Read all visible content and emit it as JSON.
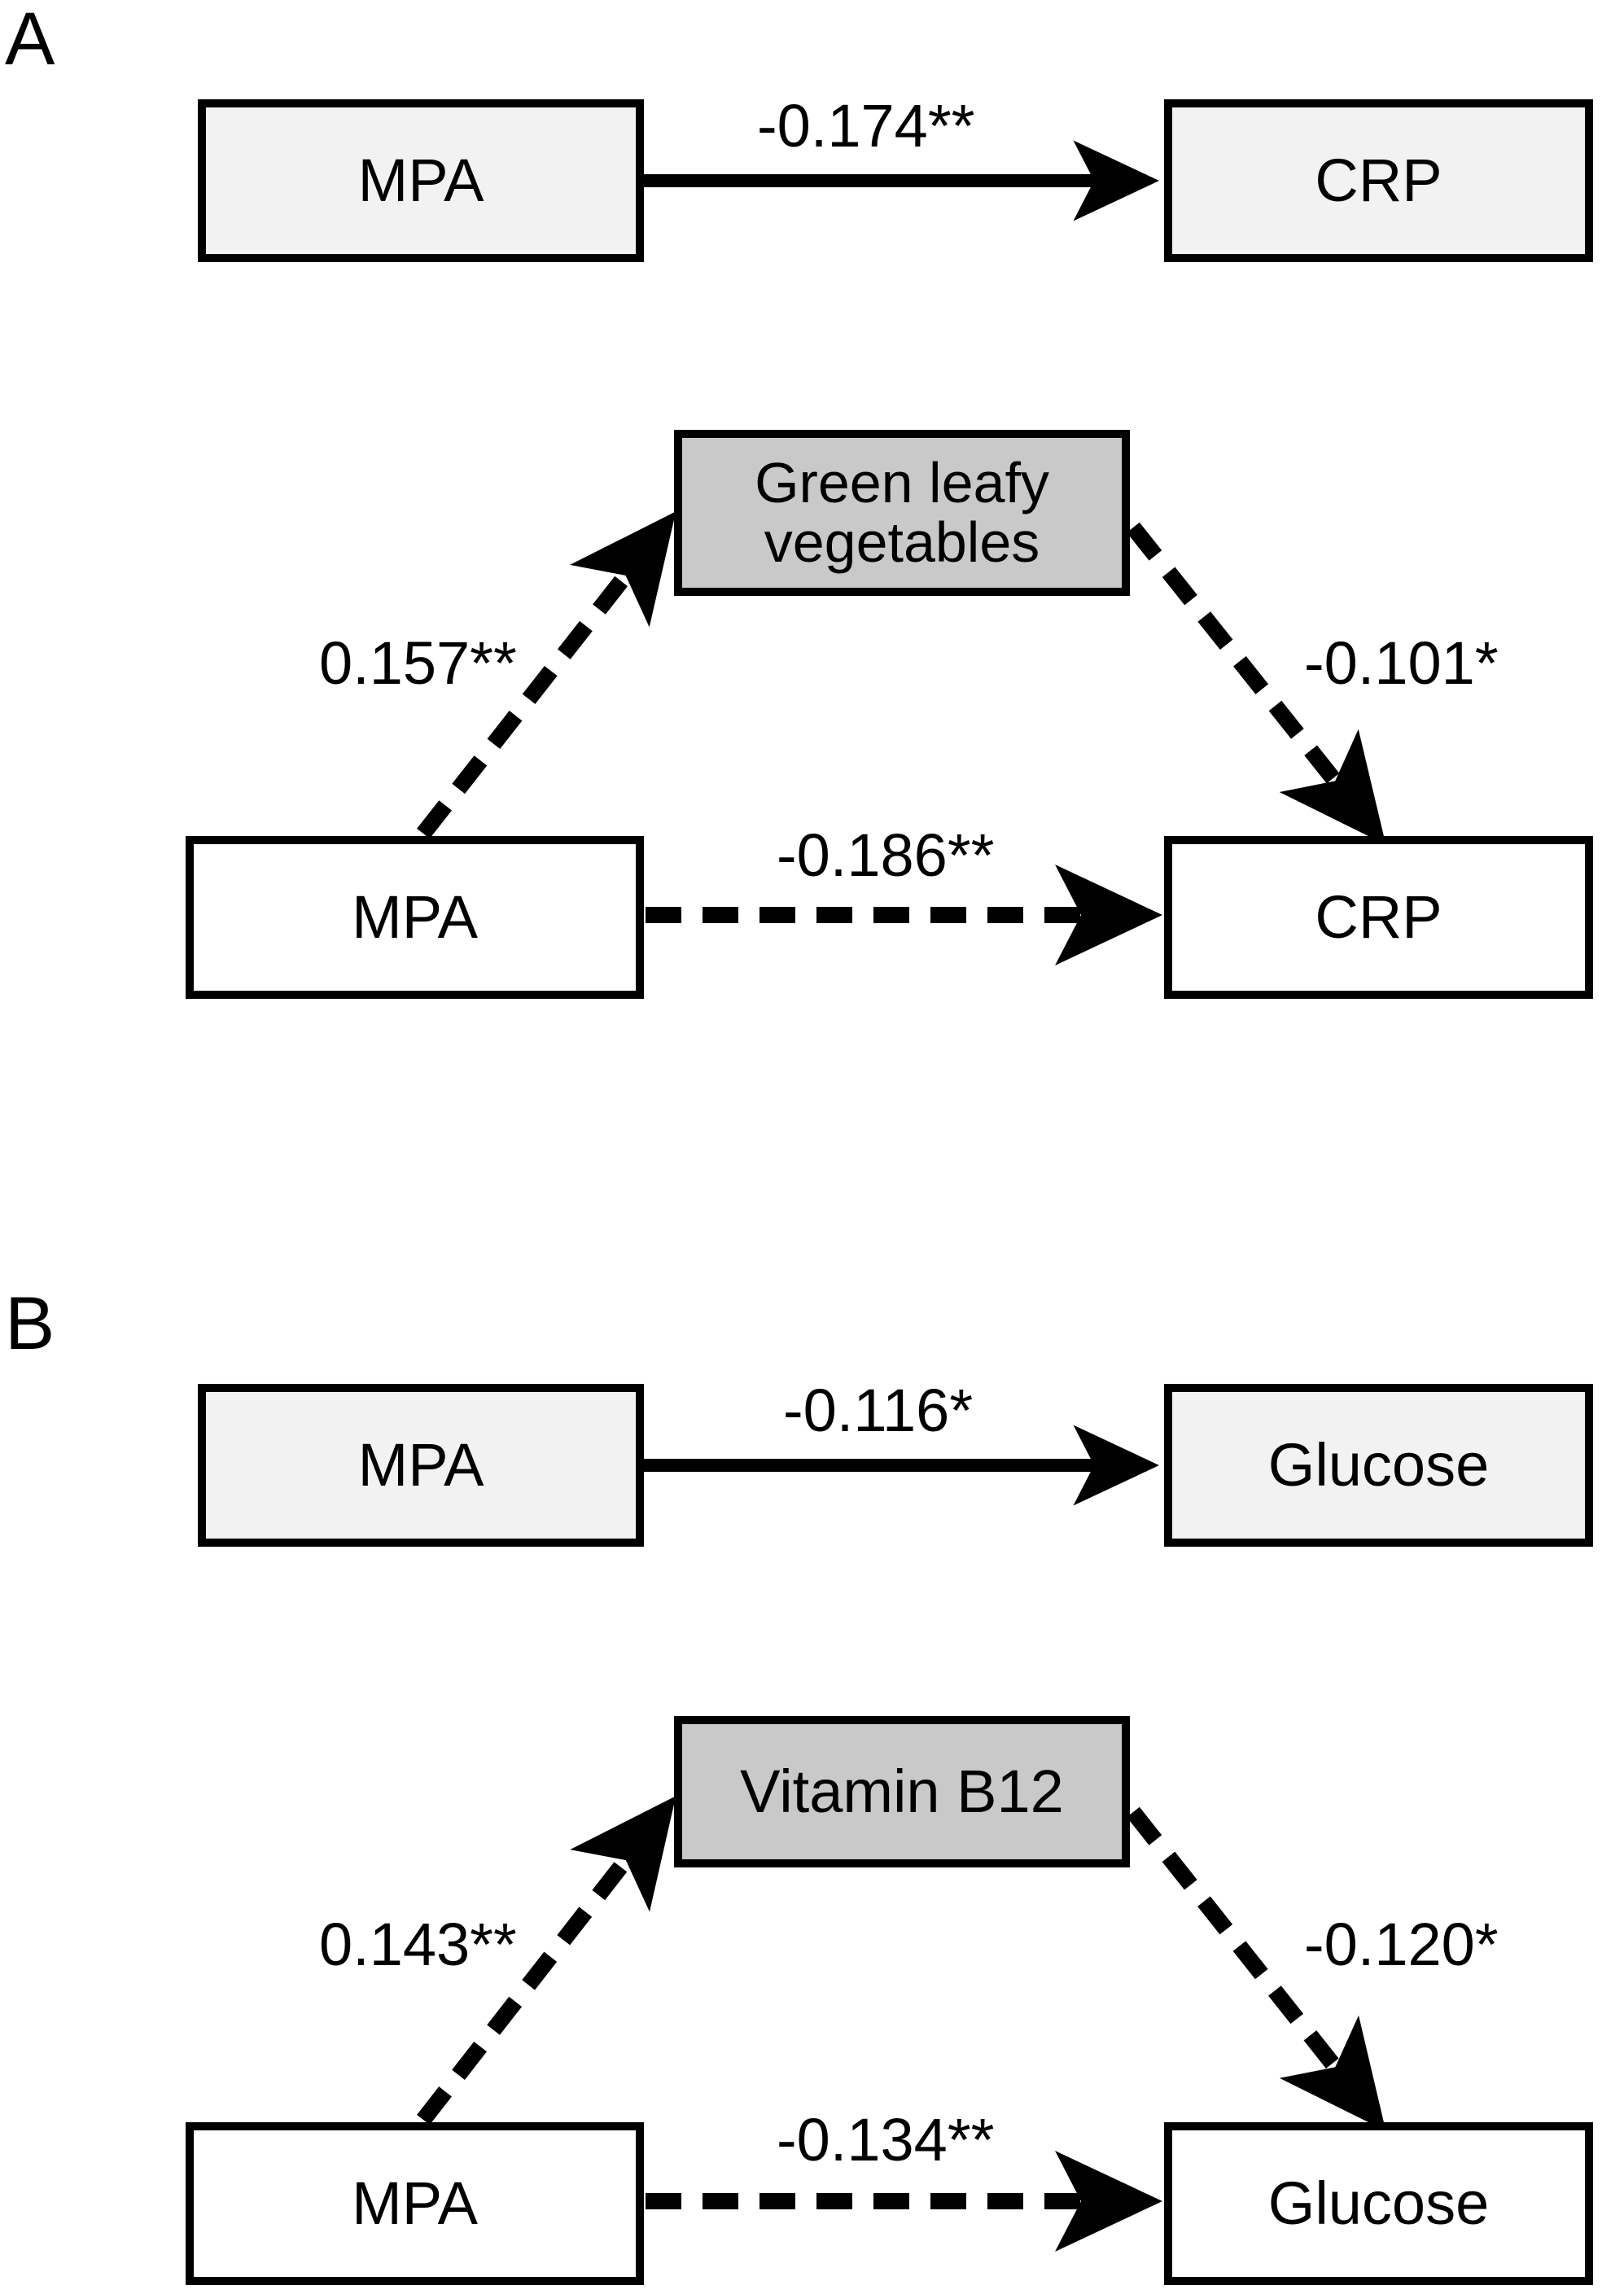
{
  "figure": {
    "background": "#ffffff",
    "ink_color": "#000000",
    "box_fill_light": "#f2f2f2",
    "box_fill_gray": "#c9c9c9",
    "box_fill_white": "#ffffff"
  },
  "chart_data": {
    "type": "diagram",
    "subtype": "mediation-path-diagram",
    "title": "",
    "panels": [
      {
        "letter": "A",
        "models": [
          {
            "name": "total-effect-model",
            "line_style": "solid",
            "box_fill": "#f2f2f2",
            "nodes": [
              {
                "id": "mpa",
                "label": "MPA",
                "role": "predictor"
              },
              {
                "id": "crp",
                "label": "CRP",
                "role": "outcome"
              }
            ],
            "paths": [
              {
                "from": "mpa",
                "to": "crp",
                "coefficient": "-0.174**",
                "value": -0.174,
                "significance": "**",
                "style": "solid"
              }
            ]
          },
          {
            "name": "mediation-model",
            "line_style": "dashed",
            "box_fill": "#ffffff",
            "mediator_fill": "#c9c9c9",
            "nodes": [
              {
                "id": "mpa",
                "label": "MPA",
                "role": "predictor"
              },
              {
                "id": "mediator",
                "label": "Green leafy vegetables",
                "label_line1": "Green leafy",
                "label_line2": "vegetables",
                "role": "mediator"
              },
              {
                "id": "crp",
                "label": "CRP",
                "role": "outcome"
              }
            ],
            "paths": [
              {
                "from": "mpa",
                "to": "mediator",
                "coefficient": "0.157**",
                "value": 0.157,
                "significance": "**",
                "style": "dashed"
              },
              {
                "from": "mediator",
                "to": "crp",
                "coefficient": "-0.101*",
                "value": -0.101,
                "significance": "*",
                "style": "dashed"
              },
              {
                "from": "mpa",
                "to": "crp",
                "coefficient": "-0.186**",
                "value": -0.186,
                "significance": "**",
                "style": "dashed"
              }
            ]
          }
        ]
      },
      {
        "letter": "B",
        "models": [
          {
            "name": "total-effect-model",
            "line_style": "solid",
            "box_fill": "#f2f2f2",
            "nodes": [
              {
                "id": "mpa",
                "label": "MPA",
                "role": "predictor"
              },
              {
                "id": "glucose",
                "label": "Glucose",
                "role": "outcome"
              }
            ],
            "paths": [
              {
                "from": "mpa",
                "to": "glucose",
                "coefficient": "-0.116*",
                "value": -0.116,
                "significance": "*",
                "style": "solid"
              }
            ]
          },
          {
            "name": "mediation-model",
            "line_style": "dashed",
            "box_fill": "#ffffff",
            "mediator_fill": "#c9c9c9",
            "nodes": [
              {
                "id": "mpa",
                "label": "MPA",
                "role": "predictor"
              },
              {
                "id": "mediator",
                "label": "Vitamin B12",
                "role": "mediator"
              },
              {
                "id": "glucose",
                "label": "Glucose",
                "role": "outcome"
              }
            ],
            "paths": [
              {
                "from": "mpa",
                "to": "mediator",
                "coefficient": "0.143**",
                "value": 0.143,
                "significance": "**",
                "style": "dashed"
              },
              {
                "from": "mediator",
                "to": "glucose",
                "coefficient": "-0.120*",
                "value": -0.12,
                "significance": "*",
                "style": "dashed"
              },
              {
                "from": "mpa",
                "to": "glucose",
                "coefficient": "-0.134**",
                "value": -0.134,
                "significance": "**",
                "style": "dashed"
              }
            ]
          }
        ]
      }
    ]
  },
  "panelA": {
    "letter": "A",
    "top": {
      "source_label": "MPA",
      "target_label": "CRP",
      "path_label": "-0.174**"
    },
    "bottom": {
      "source_label": "MPA",
      "mediator_line1": "Green leafy",
      "mediator_line2": "vegetables",
      "target_label": "CRP",
      "a_path_label": "0.157**",
      "b_path_label": "-0.101*",
      "c_path_label": "-0.186**"
    }
  },
  "panelB": {
    "letter": "B",
    "top": {
      "source_label": "MPA",
      "target_label": "Glucose",
      "path_label": "-0.116*"
    },
    "bottom": {
      "source_label": "MPA",
      "mediator_label": "Vitamin B12",
      "target_label": "Glucose",
      "a_path_label": "0.143**",
      "b_path_label": "-0.120*",
      "c_path_label": "-0.134**"
    }
  }
}
